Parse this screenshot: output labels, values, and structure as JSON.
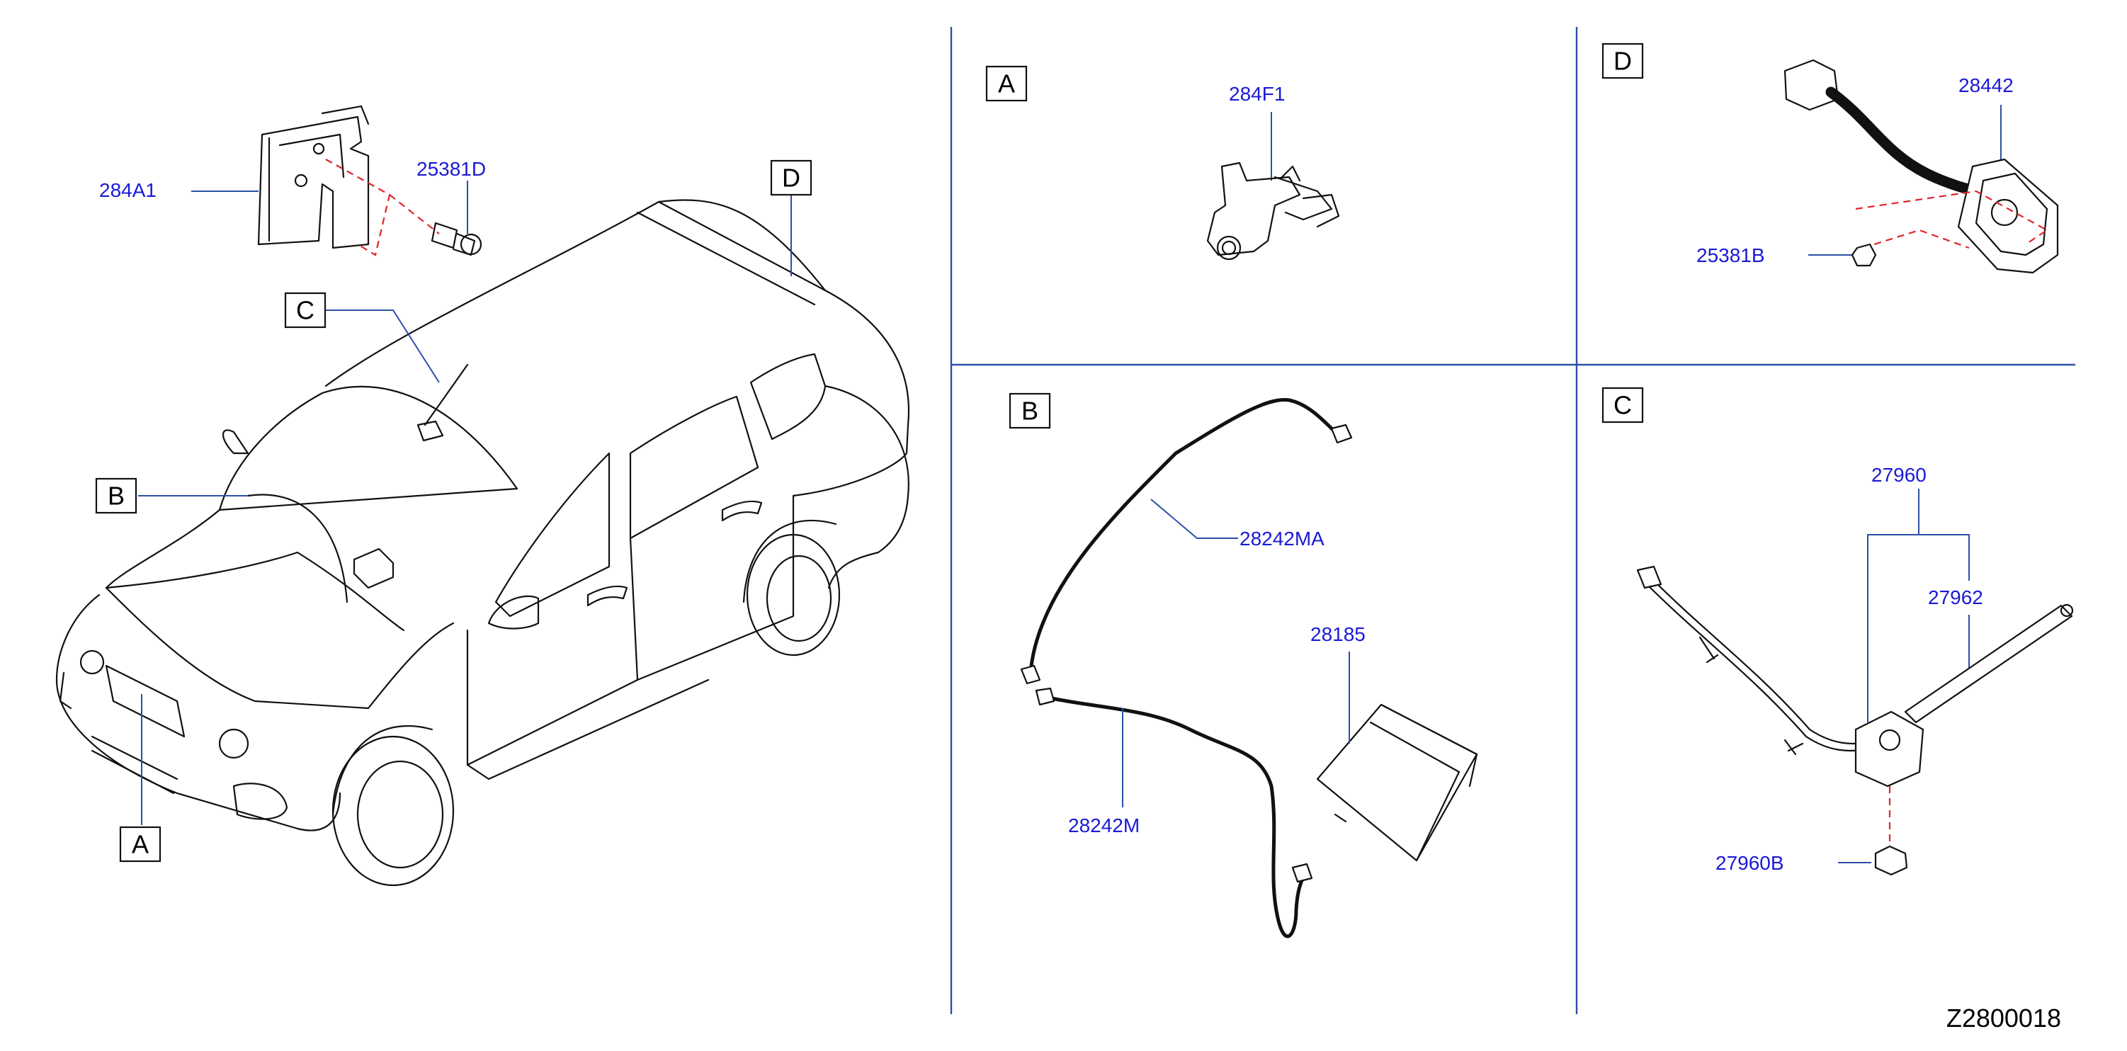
{
  "sections": {
    "overview": {
      "callouts": [
        "A",
        "B",
        "C",
        "D"
      ],
      "parts": {
        "bracket": "284A1",
        "bracket_bolt": "25381D"
      }
    },
    "section_a": {
      "letter": "A",
      "parts": {
        "camera": "284F1"
      }
    },
    "section_b": {
      "letter": "B",
      "parts": {
        "harness_main": "28242MA",
        "harness": "28242M",
        "unit": "28185"
      }
    },
    "section_c": {
      "letter": "C",
      "parts": {
        "antenna_assy": "27960",
        "antenna_rod": "27962",
        "antenna_nut": "27960B"
      }
    },
    "section_d": {
      "letter": "D",
      "parts": {
        "rear_camera": "28442",
        "camera_nut": "25381B"
      }
    }
  },
  "diagram_code": "Z2800018"
}
